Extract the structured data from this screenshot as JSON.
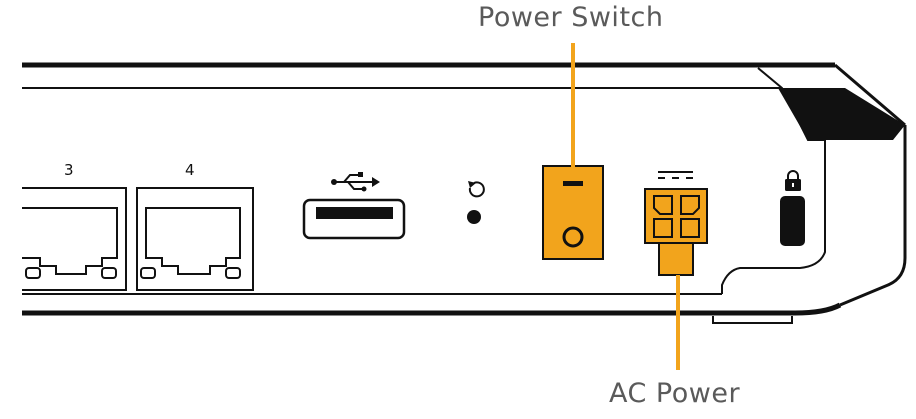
{
  "callouts": {
    "power_switch": "Power Switch",
    "ac_power": "AC Power"
  },
  "ports": {
    "port_3_label": "3",
    "port_4_label": "4"
  },
  "icons": {
    "usb": "usb-icon",
    "reset": "reset-icon",
    "lock": "lock-icon",
    "dc": "dc-power-icon"
  },
  "colors": {
    "accent": "#F2A41C",
    "outline": "#111111",
    "label": "#5a5a5a"
  }
}
